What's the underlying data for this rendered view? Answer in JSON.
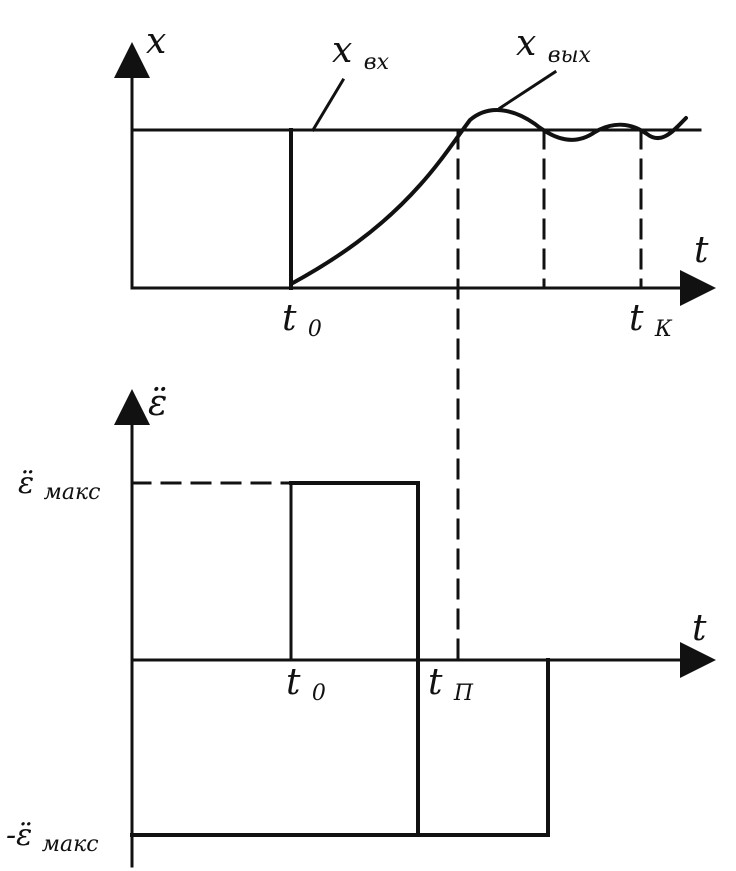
{
  "top_plot": {
    "y_axis_label": "x",
    "x_axis_label": "t",
    "input_label": {
      "main": "x",
      "sub": "вх"
    },
    "output_label": {
      "main": "x",
      "sub": "вых"
    },
    "t0_label": {
      "main": "t",
      "sub": "0"
    },
    "tk_label": {
      "main": "t",
      "sub": "К"
    }
  },
  "bottom_plot": {
    "y_axis_label": "ε̈",
    "x_axis_label": "t",
    "max_label": {
      "main": "ε̈",
      "sub": "макс"
    },
    "neg_max_label": {
      "main": "-ε̈",
      "sub": "макс"
    },
    "t0_label": {
      "main": "t",
      "sub": "0"
    },
    "tp_label": {
      "main": "t",
      "sub": "П"
    }
  },
  "colors": {
    "ink": "#111111",
    "paper": "#ffffff"
  }
}
